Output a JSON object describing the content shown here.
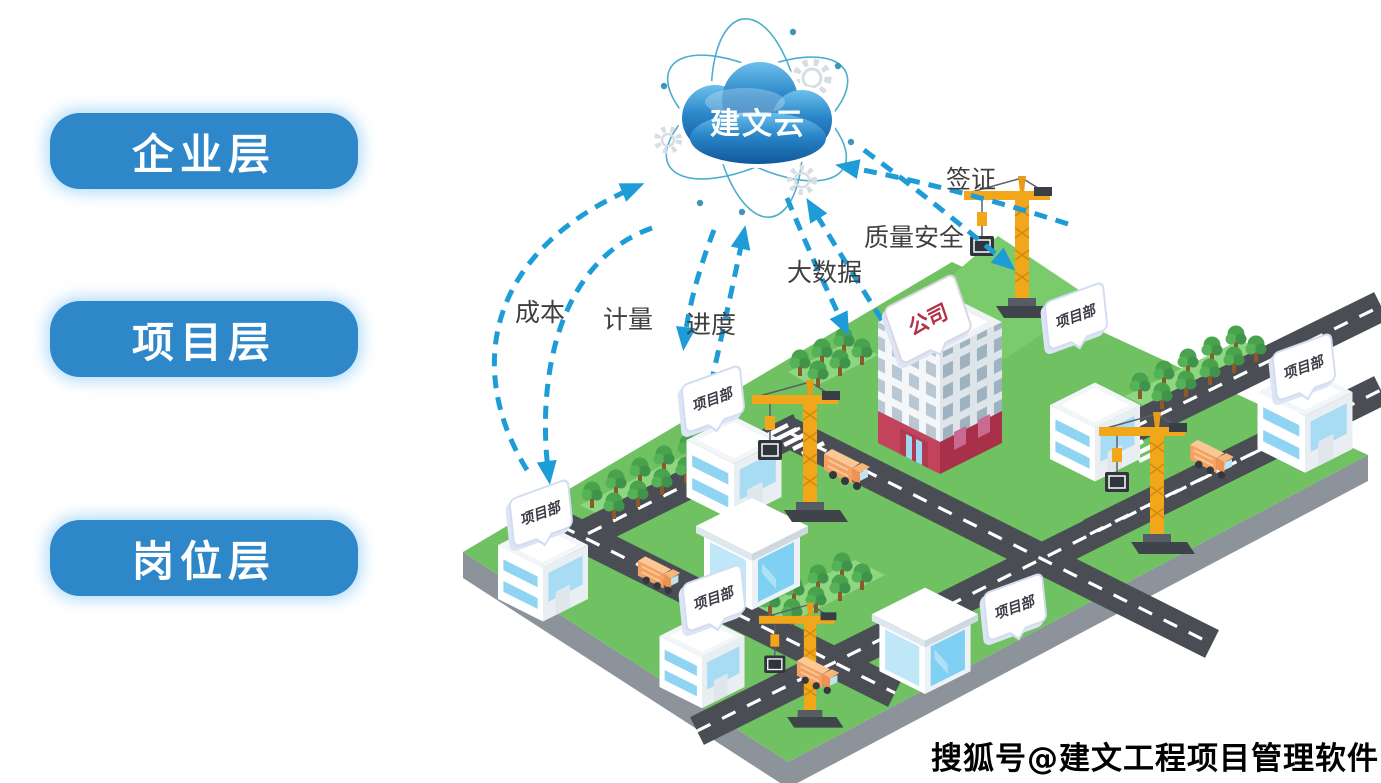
{
  "cloud": {
    "label": "建文云"
  },
  "layer_buttons": [
    {
      "label": "企业层"
    },
    {
      "label": "项目层"
    },
    {
      "label": "岗位层"
    }
  ],
  "flow_labels": {
    "cost": "成本",
    "measure": "计量",
    "progress": "进度",
    "bigdata": "大数据",
    "quality": "质量安全",
    "visa": "签证"
  },
  "map_labels": {
    "company": "公司",
    "project_dept": "项目部"
  },
  "watermark": "搜狐号@建文工程项目管理软件",
  "colors": {
    "button_blue": "#2e87c9",
    "arrow_blue": "#1e9cd7",
    "cloud_blue_dark": "#10589b",
    "cloud_blue_light": "#6cc0ec",
    "terrain_green": "#6fc161",
    "terrain_light_green": "#8fd680",
    "terrain_side_gray": "#8d939a",
    "road_gray": "#4a4e54",
    "crane_yellow": "#f2a71b",
    "company_red": "#c4435c",
    "truck_orange": "#f2a264"
  }
}
